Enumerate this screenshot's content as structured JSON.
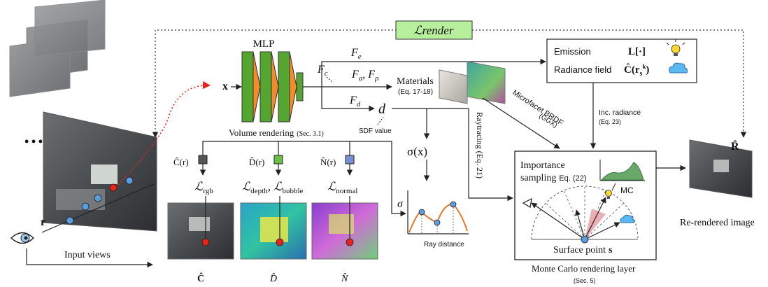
{
  "top_loss": "ℒrender",
  "mlp": {
    "title": "MLP",
    "input": "x",
    "fc": "F",
    "fc_sub": "c"
  },
  "branches": {
    "fe": "F",
    "fe_sub": "e",
    "fa": "F",
    "fa_sub": "a",
    "frho": "F",
    "frho_sub": "ρ",
    "fd": "F",
    "fd_sub": "d",
    "d": "d",
    "sdf": "SDF value"
  },
  "materials": {
    "label": "Materials",
    "eq": "(Eq. 17-18)"
  },
  "emission_box": {
    "emission_label": "Emission",
    "emission_sym": "L[·]",
    "radiance_label": "Radiance field",
    "radiance_sym": "Ĉ(r",
    "radiance_sub": "s",
    "radiance_sup": "k",
    "radiance_close": ")"
  },
  "inc_radiance": {
    "label": "Inc. radiance",
    "eq": "(Eq. 23)"
  },
  "microfacet": {
    "label": "Microfacet BRDF",
    "sub": "(GGX)"
  },
  "raytracing": {
    "label": "Raytracing (Eq. 21)"
  },
  "volume_rendering": {
    "label": "Volume rendering",
    "sec": "(Sec. 3.1)"
  },
  "outputs": [
    {
      "sym": "Ĉ(r)",
      "loss": "ℒ",
      "loss_sub": "rgb",
      "color": "#555555",
      "caption": "Ĉ"
    },
    {
      "sym": "D̂(r)",
      "loss": "ℒ",
      "loss_sub": "depth",
      "loss2": "ℒ",
      "loss2_sub": "bubble",
      "color": "#6abf4b",
      "caption": "D̂"
    },
    {
      "sym": "N̂(r)",
      "loss": "ℒ",
      "loss_sub": "normal",
      "color": "#7a8fd0",
      "caption": "N̂"
    }
  ],
  "sigma": {
    "label": "σ(x)",
    "axis": "σ",
    "xlabel": "Ray distance"
  },
  "mc_box": {
    "title1": "Importance",
    "title2": "sampling",
    "eq": "Eq. (22)",
    "mc": "MC",
    "surface": "Surface point",
    "surface_sym": "s",
    "caption": "Monte Carlo rendering layer",
    "sec": "(Sec. 5)"
  },
  "input": {
    "caption": "Input views",
    "ray": "r",
    "dots": "• • •"
  },
  "output": {
    "sym": "R̂",
    "caption": "Re-rendered image"
  },
  "colors": {
    "mlp_green": "#55a630",
    "mlp_orange": "#f28c28",
    "red_dot": "#e8231b",
    "blue_dot": "#5b9be0",
    "loss_box": "#b8ef9c",
    "pdf_fill": "#6aa86a",
    "curve": "#e8762b"
  }
}
